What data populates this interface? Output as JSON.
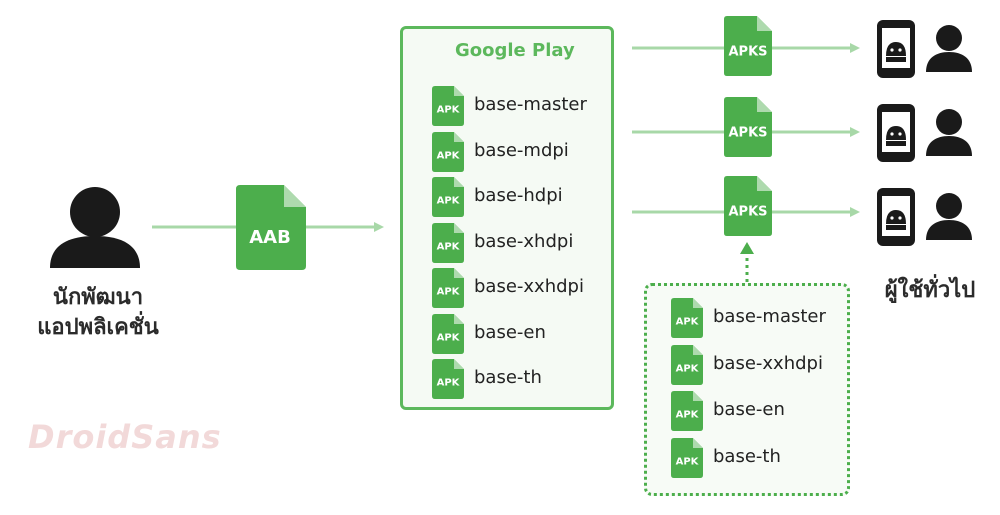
{
  "developer": {
    "label_line1": "นักพัฒนา",
    "label_line2": "แอปพลิเคชั่น"
  },
  "bundle": {
    "label": "AAB"
  },
  "store": {
    "name": "Google Play",
    "apks": [
      {
        "badge": "APK",
        "name": "base-master"
      },
      {
        "badge": "APK",
        "name": "base-mdpi"
      },
      {
        "badge": "APK",
        "name": "base-hdpi"
      },
      {
        "badge": "APK",
        "name": "base-xhdpi"
      },
      {
        "badge": "APK",
        "name": "base-xxhdpi"
      },
      {
        "badge": "APK",
        "name": "base-en"
      },
      {
        "badge": "APK",
        "name": "base-th"
      }
    ]
  },
  "deliveries": [
    {
      "label": "APKS"
    },
    {
      "label": "APKS"
    },
    {
      "label": "APKS"
    }
  ],
  "device_bundle": {
    "apks": [
      {
        "badge": "APK",
        "name": "base-master"
      },
      {
        "badge": "APK",
        "name": "base-xxhdpi"
      },
      {
        "badge": "APK",
        "name": "base-en"
      },
      {
        "badge": "APK",
        "name": "base-th"
      }
    ]
  },
  "users": {
    "label": "ผู้ใช้ทั่วไป"
  },
  "watermark": {
    "text": "DroidSans"
  },
  "colors": {
    "green": "#4cae4c",
    "light_green": "#a8d8a8",
    "dark": "#1a1a1a",
    "panel_bg": "#f5faf4"
  },
  "icons": [
    "person-icon",
    "file-icon",
    "google-play-icon",
    "phone-android-icon",
    "arrow-icon"
  ]
}
